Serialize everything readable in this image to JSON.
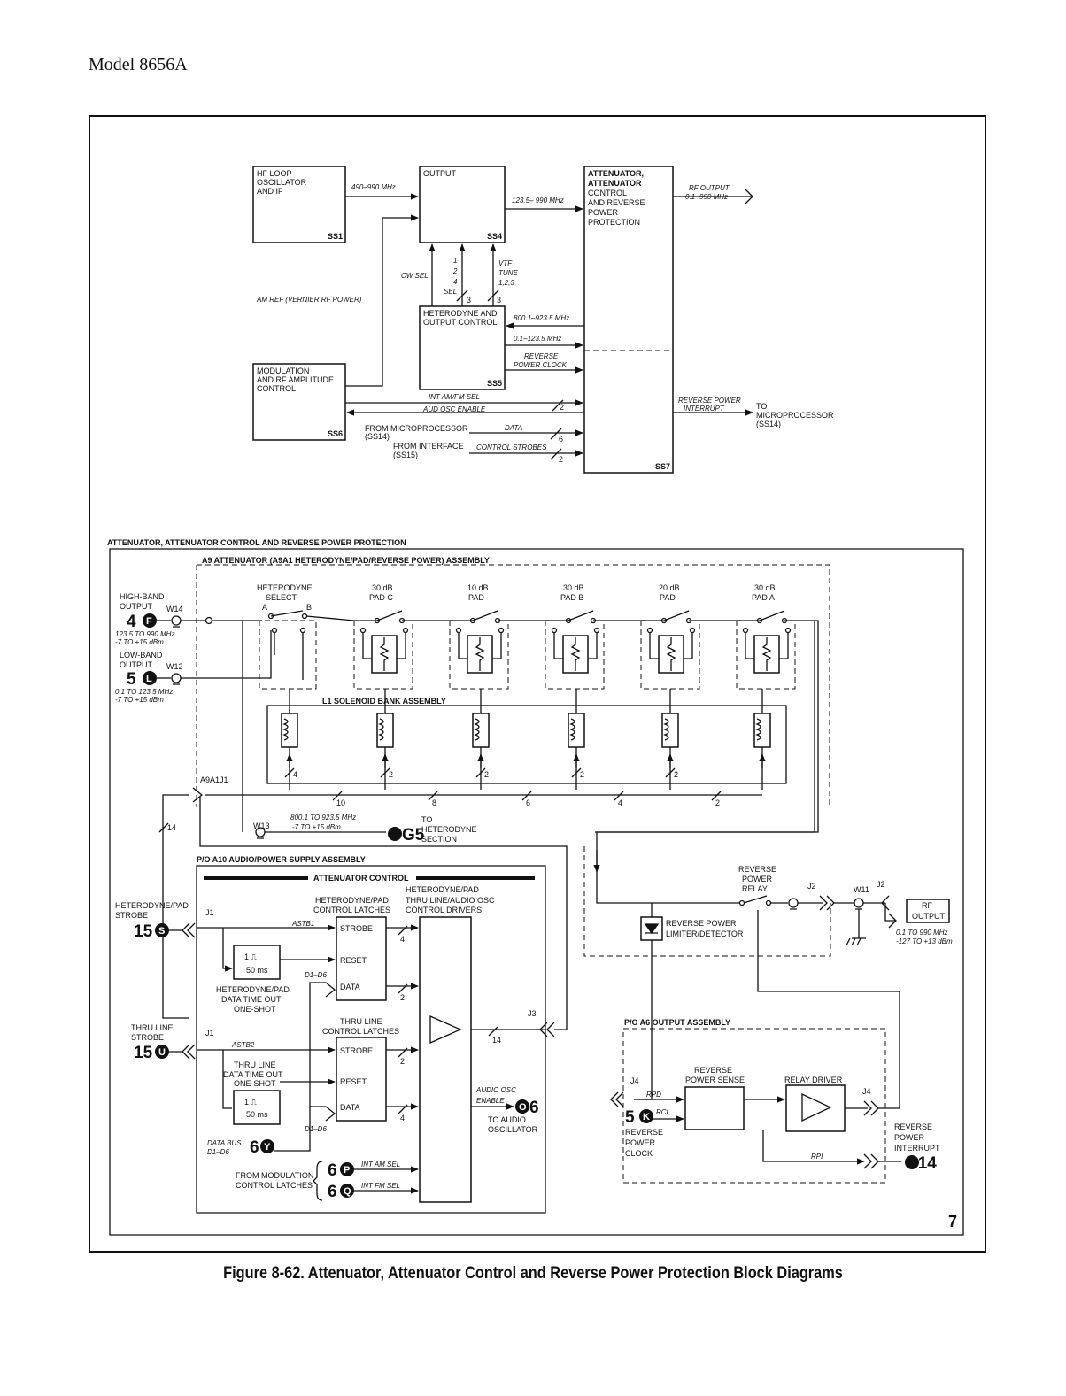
{
  "header": {
    "model": "Model 8656A"
  },
  "top": {
    "ss1": {
      "lines": [
        "HF LOOP",
        "OSCILLATOR",
        "AND IF"
      ],
      "ref": "SS1"
    },
    "ss4": {
      "title": "OUTPUT",
      "ref": "SS4"
    },
    "ss7": {
      "lines": [
        "ATTENUATOR,",
        "ATTENUATOR",
        "CONTROL",
        "AND REVERSE",
        "POWER",
        "PROTECTION"
      ],
      "ref": "SS7"
    },
    "ss5": {
      "lines": [
        "HETERODYNE AND",
        "OUTPUT CONTROL"
      ],
      "ref": "SS5"
    },
    "ss6": {
      "lines": [
        "MODULATION",
        "AND RF AMPLITUDE",
        "CONTROL"
      ],
      "ref": "SS6"
    },
    "sig_490": "490–990 MHz",
    "sig_1235": "123.5– 990 MHz",
    "rf_output": [
      "RF OUTPUT",
      "0.1 -990 MHz"
    ],
    "cw_sel": "CW SEL",
    "sel_nums": [
      "1",
      "2",
      "4"
    ],
    "sel": "SEL",
    "vtf": [
      "VTF",
      "TUNE",
      "1,2,3"
    ],
    "bus3a": "3",
    "bus3b": "3",
    "am_ref": "AM REF (VERNIER RF POWER)",
    "sig_800": "800.1–923.5 MHz",
    "sig_01": "0.1–123.5 MHz",
    "rev_clock": [
      "REVERSE",
      "POWER CLOCK"
    ],
    "int_am": "INT AM/FM SEL",
    "aud_osc": "AUD OSC ENABLE",
    "bus2a": "2",
    "rev_int": [
      "REVERSE POWER",
      "INTERRUPT"
    ],
    "to_micro": [
      "TO",
      "MICROPROCESSOR",
      "(SS14)"
    ],
    "from_micro": [
      "FROM MICROPROCESSOR",
      "(SS14)"
    ],
    "data": "DATA",
    "bus6": "6",
    "from_iface": [
      "FROM INTERFACE",
      "(SS15)"
    ],
    "ctrl_strobes": "CONTROL STROBES",
    "bus2b": "2"
  },
  "bottom": {
    "section_title": "ATTENUATOR, ATTENUATOR CONTROL AND REVERSE POWER PROTECTION",
    "a9_title": "A9 ATTENUATOR (A9A1 HETERODYNE/PAD/REVERSE POWER) ASSEMBLY",
    "high_band": [
      "HIGH-BAND",
      "OUTPUT"
    ],
    "w14": "W14",
    "conn_4f": "4",
    "conn_4f_letter": "F",
    "hb_range": [
      "123.5 TO 990 MHz",
      "-7 TO +15 dBm"
    ],
    "low_band": [
      "LOW-BAND",
      "OUTPUT"
    ],
    "w12": "W12",
    "conn_5l": "5",
    "conn_5l_letter": "L",
    "lb_range": [
      "0.1 TO 123.5 MHz",
      "-7 TO +15 dBm"
    ],
    "pads": [
      {
        "label": [
          "HETERODYNE",
          "SELECT"
        ],
        "bus": "4"
      },
      {
        "label": [
          "30 dB",
          "PAD C"
        ],
        "bus": "2"
      },
      {
        "label": [
          "10 dB",
          "PAD"
        ],
        "bus": "2"
      },
      {
        "label": [
          "30 dB",
          "PAD B"
        ],
        "bus": "2"
      },
      {
        "label": [
          "20 dB",
          "PAD"
        ],
        "bus": "2"
      },
      {
        "label": [
          "30 dB",
          "PAD A"
        ],
        "bus": ""
      }
    ],
    "sel_a": "A",
    "sel_b": "B",
    "solenoid": "L1 SOLENOID BANK ASSEMBLY",
    "a9a1j1": "A9A1J1",
    "bus_nums": [
      "10",
      "8",
      "6",
      "4",
      "2"
    ],
    "bus14": "14",
    "w13": "W13",
    "g5_range": [
      "800.1 TO 923.5 MHz",
      "-7 TO +15 dBm"
    ],
    "conn_g5": "G5",
    "to_het": [
      "TO",
      "HETERODYNE",
      "SECTION"
    ],
    "a10_title": "P/O A10 AUDIO/POWER SUPPLY ASSEMBLY",
    "att_ctrl": "ATTENUATOR CONTROL",
    "latch_hdr": [
      "HETERODYNE/PAD",
      "CONTROL LATCHES"
    ],
    "driver_hdr": [
      "HETERODYNE/PAD",
      "THRU LINE/AUDIO OSC",
      "CONTROL DRIVERS"
    ],
    "het_strobe": [
      "HETERODYNE/PAD",
      "STROBE"
    ],
    "j1": "J1",
    "conn_15s": "15",
    "conn_15s_letter": "S",
    "astb1": "ASTB1",
    "strobe": "STROBE",
    "reset": "RESET",
    "data": "DATA",
    "bus4": "4",
    "bus2": "2",
    "pulse": "1 ⎍",
    "ms50": "50 ms",
    "d1d6": "D1–D6",
    "oneshot1": [
      "HETERODYNE/PAD",
      "DATA TIME OUT",
      "ONE-SHOT"
    ],
    "thru_latch": [
      "THRU LINE",
      "CONTROL LATCHES"
    ],
    "j3": "J3",
    "bus14b": "14",
    "thru_strobe": [
      "THRU LINE",
      "STROBE"
    ],
    "conn_15u": "15",
    "conn_15u_letter": "U",
    "astb2": "ASTB2",
    "oneshot2": [
      "THRU LINE",
      "DATA TIME OUT",
      "ONE-SHOT"
    ],
    "aud_osc": [
      "AUDIO OSC",
      "ENABLE"
    ],
    "conn_o6": "6",
    "conn_o6_letter": "O",
    "to_audio": [
      "TO AUDIO",
      "OSCILLATOR"
    ],
    "data_bus": [
      "DATA BUS",
      "D1–D6"
    ],
    "conn_6y": "6",
    "conn_6y_letter": "Y",
    "int_am": "INT AM SEL",
    "int_fm": "INT FM SEL",
    "conn_6p": "6",
    "conn_6p_letter": "P",
    "conn_6q": "6",
    "conn_6q_letter": "Q",
    "from_mod": [
      "FROM MODULATION",
      "CONTROL LATCHES"
    ],
    "rev_relay": [
      "REVERSE",
      "POWER",
      "RELAY"
    ],
    "j2a": "J2",
    "w11": "W11",
    "j2b": "J2",
    "rf_output": [
      "RF",
      "OUTPUT"
    ],
    "rf_range": [
      "0.1 TO 990 MHz",
      "-127 TO +13 dBm"
    ],
    "limiter": [
      "REVERSE POWER",
      "LIMITER/DETECTOR"
    ],
    "a6_title": "P/O A6 OUTPUT ASSEMBLY",
    "rev_sense": [
      "REVERSE",
      "POWER SENSE"
    ],
    "relay_driver": "RELAY DRIVER",
    "j4a": "J4",
    "rpd": "RPD",
    "j4b": "J4",
    "conn_5k": "5",
    "conn_5k_letter": "K",
    "rcl": "RCL",
    "rev_clock": [
      "REVERSE",
      "POWER",
      "CLOCK"
    ],
    "rpi": "RPI",
    "rev_int": [
      "REVERSE",
      "POWER",
      "INTERRUPT"
    ],
    "conn_d14": "D14",
    "sheet": "7"
  },
  "caption": "Figure 8-62. Attenuator, Attenuator Control and Reverse Power Protection Block Diagrams"
}
